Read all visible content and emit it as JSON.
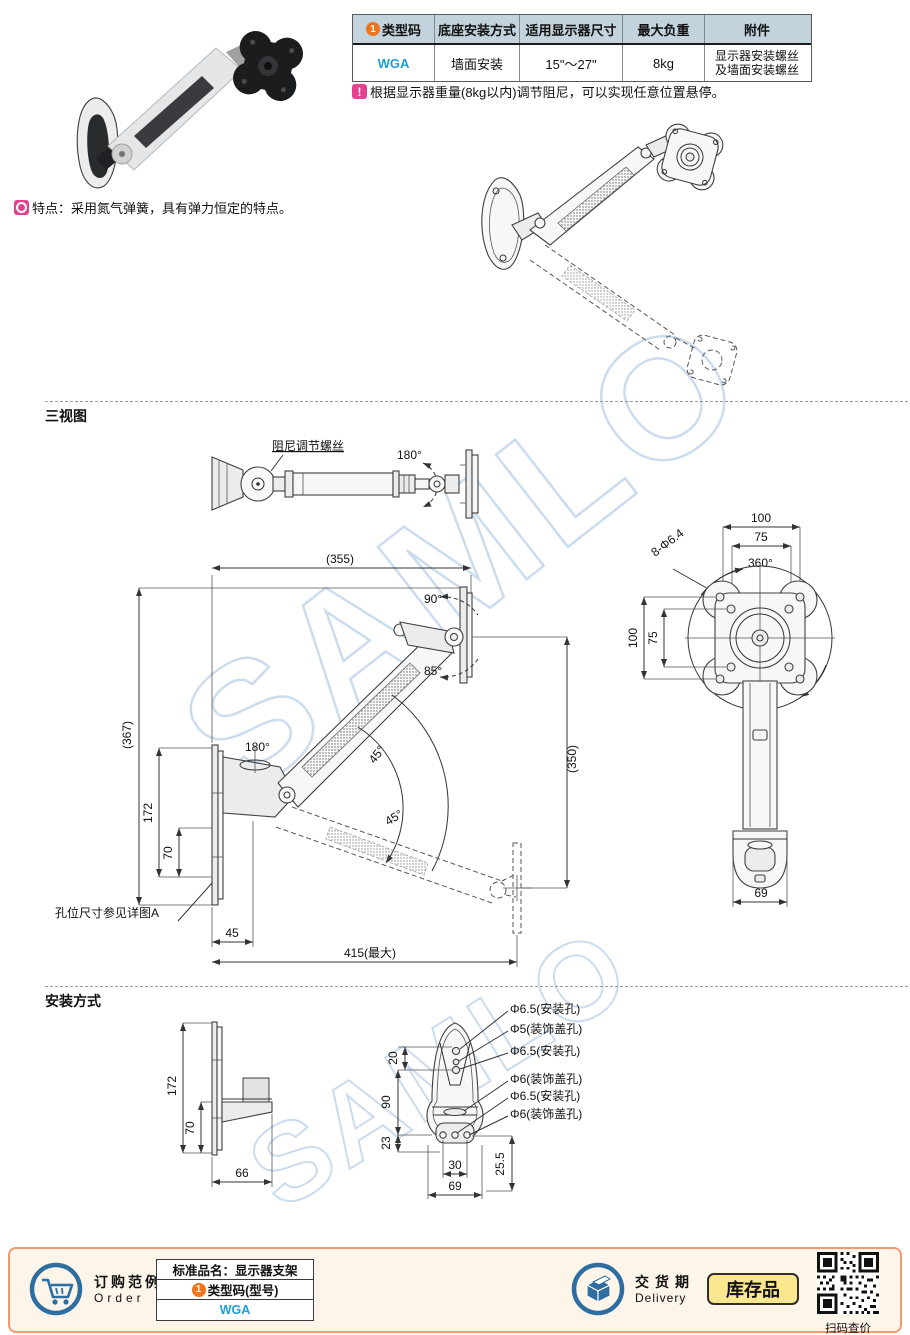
{
  "watermark": {
    "text": "SAMLO"
  },
  "feature": {
    "text": "特点：采用氮气弹簧，具有弹力恒定的特点。"
  },
  "spec_table": {
    "marker": "1",
    "headers": {
      "type_code": "类型码",
      "base_mount": "底座安装方式",
      "screen_size": "适用显示器尺寸",
      "max_load": "最大负重",
      "accessory": "附件"
    },
    "row": {
      "type_code": "WGA",
      "base_mount": "墙面安装",
      "screen_size": "15\"～27\"",
      "max_load": "8kg",
      "accessory_line1": "显示器安装螺丝",
      "accessory_line2": "及墙面安装螺丝"
    },
    "note_icon": "!",
    "note": "根据显示器重量(8kg以内)调节阻尼，可以实现任意位置悬停。"
  },
  "sections": {
    "three_views": "三视图",
    "installation": "安装方式"
  },
  "top_view": {
    "callout": "阻尼调节螺丝",
    "angle_180": "180°"
  },
  "side_view": {
    "dim_width": "(355)",
    "dim_height": "(367)",
    "dim_right": "(350)",
    "angle_90": "90°",
    "angle_85": "85°",
    "angle_180": "180°",
    "angle_45_upper": "45°",
    "angle_45_lower": "45°",
    "dim_172": "172",
    "dim_70": "70",
    "dim_45": "45",
    "dim_max": "415(最大)",
    "hole_note": "孔位尺寸参见详图A"
  },
  "rear_view": {
    "dim_100_top": "100",
    "dim_75_top": "75",
    "angle_360": "360°",
    "holes": "8-Φ6.4",
    "dim_100_left": "100",
    "dim_75_left": "75",
    "dim_69": "69"
  },
  "install_side": {
    "dim_172": "172",
    "dim_70": "70",
    "dim_66": "66"
  },
  "install_front": {
    "callouts": [
      "Φ6.5(安装孔)",
      "Φ5(装饰盖孔)",
      "Φ6.5(安装孔)",
      "Φ6(装饰盖孔)",
      "Φ6.5(安装孔)",
      "Φ6(装饰盖孔)"
    ],
    "dim_20": "20",
    "dim_90": "90",
    "dim_23": "23",
    "dim_30": "30",
    "dim_69": "69",
    "dim_255": "25.5"
  },
  "footer": {
    "order_title": "订购范例",
    "order_subtitle": "Order",
    "product_name": "标准品名：显示器支架",
    "marker": "1",
    "code_label": "类型码(型号)",
    "code_value": "WGA",
    "delivery_title": "交货期",
    "delivery_subtitle": "Delivery",
    "stock_badge": "库存品",
    "qr_caption": "扫码查价"
  },
  "colors": {
    "accent_blue": "#1d9fd8",
    "marker_orange": "#f0741c",
    "pink": "#e5418f",
    "table_header_bg": "#c2d3dd",
    "footer_border": "#f09a6e",
    "footer_bg": "#fdf5ea",
    "badge_yellow": "#fbe88e",
    "icon_blue": "#2e6da0",
    "watermark_blue": "#cadcee"
  }
}
